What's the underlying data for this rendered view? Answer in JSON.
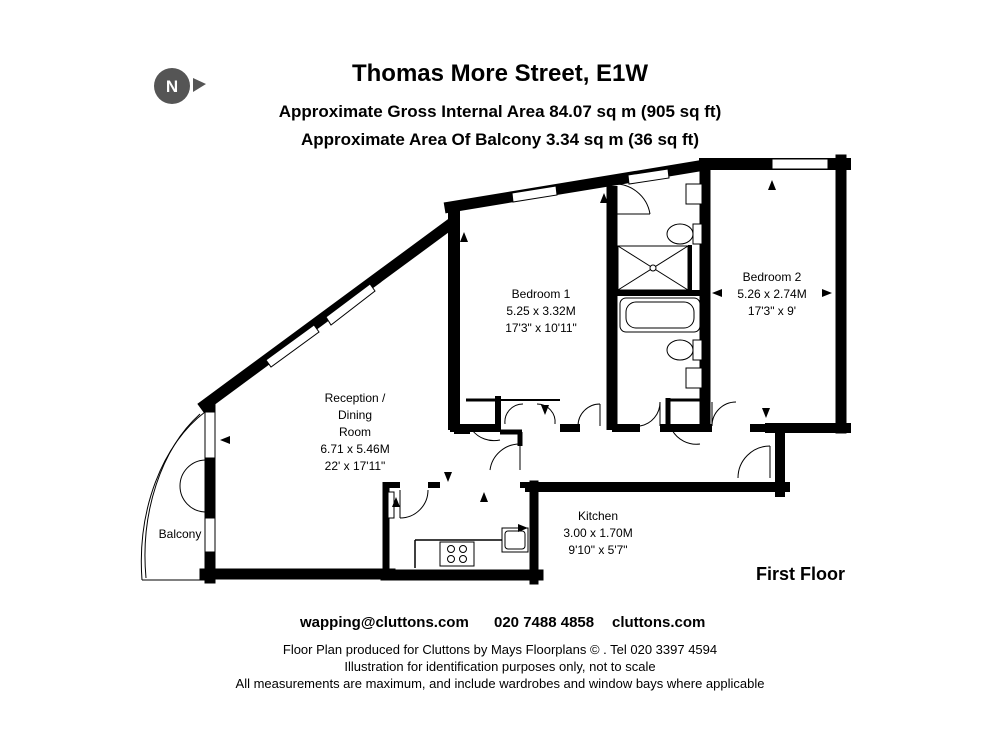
{
  "header": {
    "title": "Thomas More Street, E1W",
    "gross_area": "Approximate Gross Internal Area  84.07 sq m  (905 sq ft)",
    "balcony_area": "Approximate Area Of Balcony  3.34 sq m  (36 sq ft)"
  },
  "compass": {
    "letter": "N"
  },
  "rooms": {
    "reception": {
      "line1": "Reception /",
      "line2": "Dining",
      "line3": "Room",
      "metric": "6.71 x 5.46M",
      "imperial": "22' x 17'11\""
    },
    "bedroom1": {
      "name": "Bedroom 1",
      "metric": "5.25 x 3.32M",
      "imperial": "17'3\" x 10'11\""
    },
    "bedroom2": {
      "name": "Bedroom 2",
      "metric": "5.26 x 2.74M",
      "imperial": "17'3\" x 9'"
    },
    "kitchen": {
      "name": "Kitchen",
      "metric": "3.00 x 1.70M",
      "imperial": "9'10\" x 5'7\""
    },
    "balcony": {
      "name": "Balcony"
    }
  },
  "floor": {
    "label": "First Floor"
  },
  "contact": {
    "email": "wapping@cluttons.com",
    "phone": "020 7488 4858",
    "website": "cluttons.com"
  },
  "footer": {
    "line1": "Floor Plan produced for Cluttons by Mays Floorplans  © . Tel 020 3397 4594",
    "line2": "Illustration for identification purposes only, not to scale",
    "line3": "All measurements are maximum, and include wardrobes and window bays where applicable"
  }
}
